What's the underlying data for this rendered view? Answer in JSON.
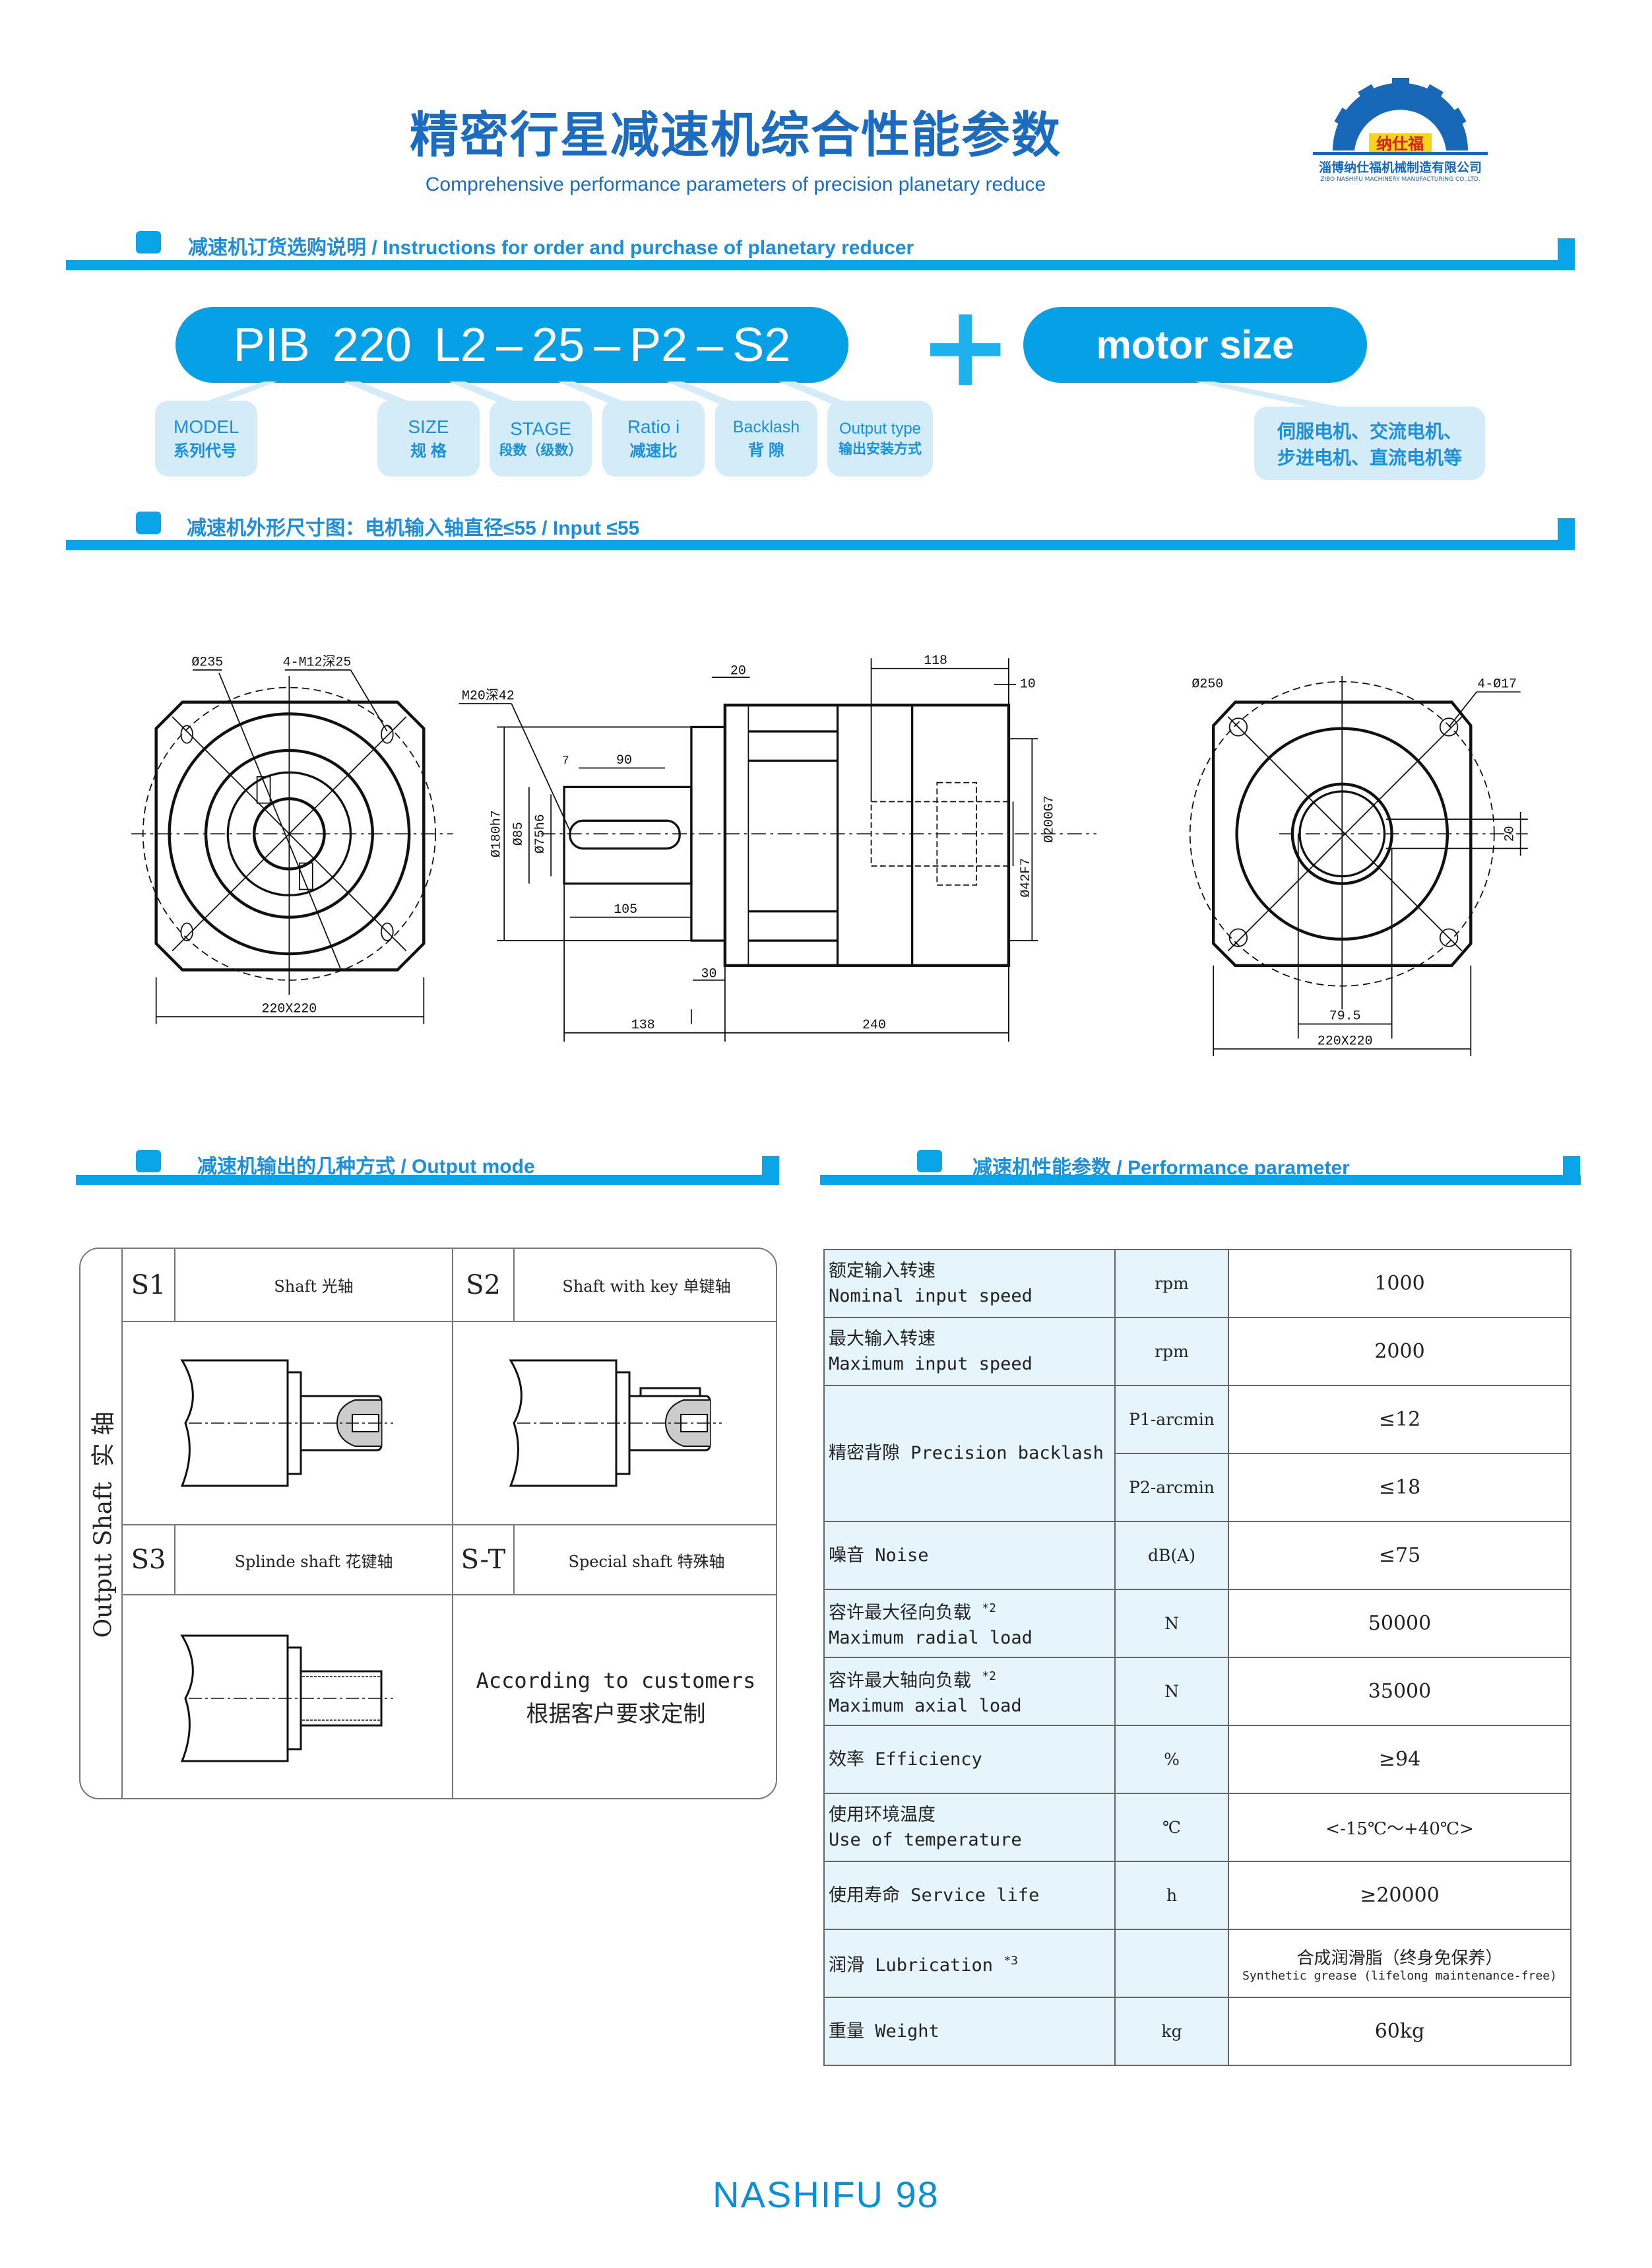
{
  "header": {
    "title_cn": "精密行星减速机综合性能参数",
    "title_en": "Comprehensive performance parameters of precision planetary reduce"
  },
  "logo": {
    "brand": "纳仕福",
    "company_cn": "淄博纳仕福机械制造有限公司",
    "company_en": "ZIBO NASHIFU MACHINERY MANUFACTURING CO.,LTD."
  },
  "sections": {
    "order": "减速机订货选购说明 / Instructions for order and purchase of planetary reducer",
    "dimensions": "减速机外形尺寸图：电机输入轴直径≤55 / Input ≤55",
    "output_mode": "减速机输出的几种方式 / Output mode",
    "performance": "减速机性能参数 / Performance parameter"
  },
  "order_code": {
    "parts": [
      "PIB",
      "220",
      "L2",
      "–",
      "25",
      "–",
      "P2",
      "–",
      "S2"
    ],
    "plus": "+",
    "motor": "motor size",
    "labels": [
      {
        "en": "MODEL",
        "cn": "系列代号"
      },
      {
        "en": "SIZE",
        "cn": "规  格"
      },
      {
        "en": "STAGE",
        "cn": "段数（级数）"
      },
      {
        "en": "Ratio i",
        "cn": "减速比"
      },
      {
        "en": "Backlash",
        "cn": "背  隙"
      },
      {
        "en": "Output type",
        "cn": "输出安装方式"
      }
    ],
    "motor_label": [
      "伺服电机、交流电机、",
      "步进电机、直流电机等"
    ]
  },
  "drawing": {
    "left": {
      "d235": "Ø235",
      "holes": "4-M12深25",
      "size": "220X220"
    },
    "mid": {
      "thread": "M20深42",
      "d180": "Ø180h7",
      "d85": "Ø85",
      "d75": "Ø75h6",
      "d42": "Ø42F7",
      "d200": "Ø200G7",
      "l7": "7",
      "l90": "90",
      "l105": "105",
      "l20": "20",
      "l118": "118",
      "l10": "10",
      "l30": "30",
      "l138": "138",
      "l240": "240"
    },
    "right": {
      "d250": "Ø250",
      "holes": "4-Ø17",
      "l795": "79.5",
      "l20": "20",
      "size": "220X220"
    }
  },
  "output_shaft": {
    "side_label": "Output Shaft  实 轴",
    "types": [
      {
        "code": "S1",
        "name": "Shaft 光轴"
      },
      {
        "code": "S2",
        "name": "Shaft with key 单键轴"
      },
      {
        "code": "S3",
        "name": "Splinde shaft 花键轴"
      },
      {
        "code": "S-T",
        "name": "Special shaft 特殊轴"
      }
    ],
    "custom_en": "According to customers",
    "custom_cn": "根据客户要求定制"
  },
  "performance": {
    "rows": [
      {
        "cn": "额定输入转速",
        "en": "Nominal input speed",
        "unit": "rpm",
        "value": "1000"
      },
      {
        "cn": "最大输入转速",
        "en": "Maximum input speed",
        "unit": "rpm",
        "value": "2000"
      },
      {
        "label": "精密背隙 Precision backlash",
        "unit": "P1-arcmin",
        "value": "≤12"
      },
      {
        "unit": "P2-arcmin",
        "value": "≤18"
      },
      {
        "label": "噪音 Noise",
        "unit": "dB(A)",
        "value": "≤75"
      },
      {
        "cn": "容许最大径向负载",
        "note": "*2",
        "en": "Maximum radial load",
        "unit": "N",
        "value": "50000"
      },
      {
        "cn": "容许最大轴向负载",
        "note": "*2",
        "en": "Maximum axial load",
        "unit": "N",
        "value": "35000"
      },
      {
        "label": "效率 Efficiency",
        "unit": "%",
        "value": "≥94"
      },
      {
        "cn": "使用环境温度",
        "en": "Use of temperature",
        "unit": "℃",
        "value": "<-15℃～+40℃>"
      },
      {
        "label": "使用寿命 Service life",
        "unit": "h",
        "value": "≥20000"
      },
      {
        "label": "润滑 Lubrication",
        "note": "*3",
        "unit": "",
        "value": "合成润滑脂（终身免保养）",
        "value_en": "Synthetic grease (lifelong maintenance-free)"
      },
      {
        "label": "重量 Weight",
        "unit": "kg",
        "value": "60kg"
      }
    ]
  },
  "footer": "NASHIFU 98"
}
